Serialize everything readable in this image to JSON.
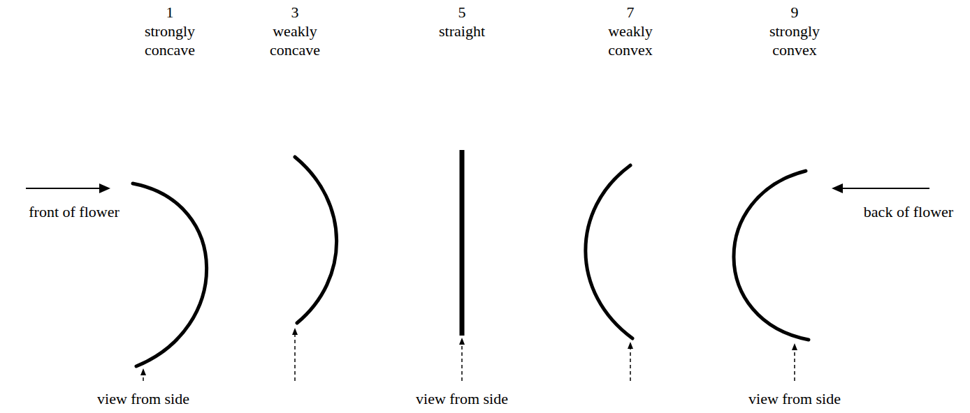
{
  "diagram": {
    "labels": [
      "1",
      "strongly concave",
      "3",
      "weakly concave",
      "5",
      "straight",
      "7",
      "weakly convex",
      "9",
      "strongly convex",
      "front of flower",
      "back of flower",
      "view from side",
      "view from side",
      "view from side"
    ]
  }
}
